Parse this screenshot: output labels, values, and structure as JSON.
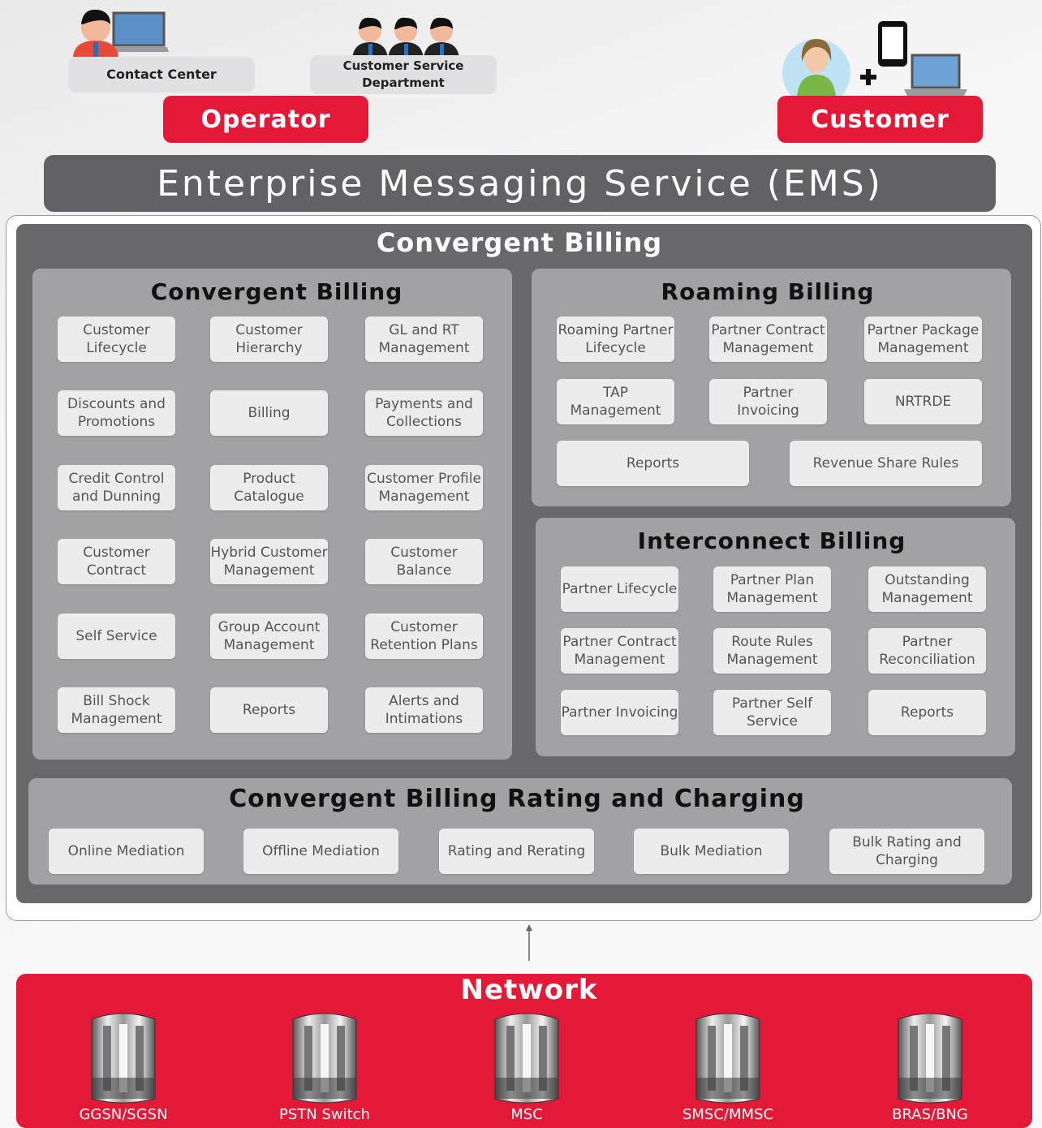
{
  "top": {
    "contact_center": "Contact Center",
    "csd": "Customer Service\nDepartment",
    "operator": "Operator",
    "customer": "Customer"
  },
  "ems": "Enterprise Messaging Service (EMS)",
  "main_title": "Convergent Billing",
  "convergent": {
    "title": "Convergent Billing",
    "items": [
      "Customer\nLifecycle",
      "Customer\nHierarchy",
      "GL and RT\nManagement",
      "Discounts and\nPromotions",
      "Billing",
      "Payments and\nCollections",
      "Credit Control\nand Dunning",
      "Product\nCatalogue",
      "Customer Profile\nManagement",
      "Customer\nContract",
      "Hybrid Customer\nManagement",
      "Customer\nBalance",
      "Self Service",
      "Group Account\nManagement",
      "Customer\nRetention Plans",
      "Bill Shock\nManagement",
      "Reports",
      "Alerts and\nIntimations"
    ]
  },
  "roaming": {
    "title": "Roaming Billing",
    "items": [
      "Roaming Partner\nLifecycle",
      "Partner Contract\nManagement",
      "Partner Package\nManagement",
      "TAP\nManagement",
      "Partner\nInvoicing",
      "NRTRDE",
      "Reports",
      "Revenue Share Rules"
    ]
  },
  "interconnect": {
    "title": "Interconnect Billing",
    "items": [
      "Partner Lifecycle",
      "Partner Plan\nManagement",
      "Outstanding\nManagement",
      "Partner Contract\nManagement",
      "Route Rules\nManagement",
      "Partner\nReconciliation",
      "Partner Invoicing",
      "Partner Self\nService",
      "Reports"
    ]
  },
  "rating": {
    "title": "Convergent Billing Rating and Charging",
    "items": [
      "Online Mediation",
      "Offline Mediation",
      "Rating and Rerating",
      "Bulk Mediation",
      "Bulk Rating and\nCharging"
    ]
  },
  "network": {
    "title": "Network",
    "items": [
      "GGSN/SGSN",
      "PSTN Switch",
      "MSC",
      "SMSC/MMSC",
      "BRAS/BNG"
    ]
  }
}
